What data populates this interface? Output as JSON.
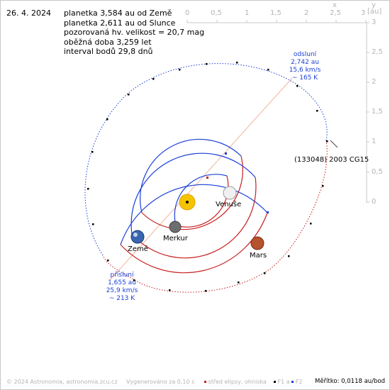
{
  "header": {
    "date": "26. 4. 2024",
    "lines": [
      "planetka 3,584 au od Země",
      "planetka 2,611 au od Slunce",
      "pozorovaná hv. velikost = 20,7 mag",
      "oběžná doba 3,259 let",
      "interval bodů 29,8 dnů"
    ]
  },
  "aphelion": {
    "title": "odsluní",
    "distance": "2,742 au",
    "speed": "15,6 km/s",
    "temp": "~ 165 K"
  },
  "perihelion": {
    "title": "přísluní",
    "distance": "1,655 au",
    "speed": "25,9 km/s",
    "temp": "~ 213 K"
  },
  "asteroid_label": "(133048) 2003 CG15",
  "planets": {
    "mercury": "Merkur",
    "venus": "Venuše",
    "earth": "Země",
    "mars": "Mars"
  },
  "scale_x": {
    "unit": "x",
    "unit_bracket": "[au]",
    "ticks": [
      "0",
      "0,5",
      "1",
      "1,5",
      "2",
      "2,5",
      "3"
    ]
  },
  "scale_y": {
    "unit": "y",
    "ticks": [
      "3",
      "2,5",
      "2",
      "1,5",
      "1",
      "0,5",
      "0"
    ]
  },
  "footer": {
    "copyright": "© 2024 Astronomia, astronomia.zcu.cz",
    "generated": "Vygenerováno za 0,10 s",
    "legend_center": "střed elipsy, ohniska",
    "legend_f1": "F1 a",
    "legend_f2": "F2",
    "scale": "Měřítko: 0,0118 au/bod"
  },
  "colors": {
    "planet_orbit": "#1a3fd6",
    "asteroid_orbit": "#c81e1e",
    "apsis_line": "#f2b49a",
    "sun": "#f5c400"
  }
}
